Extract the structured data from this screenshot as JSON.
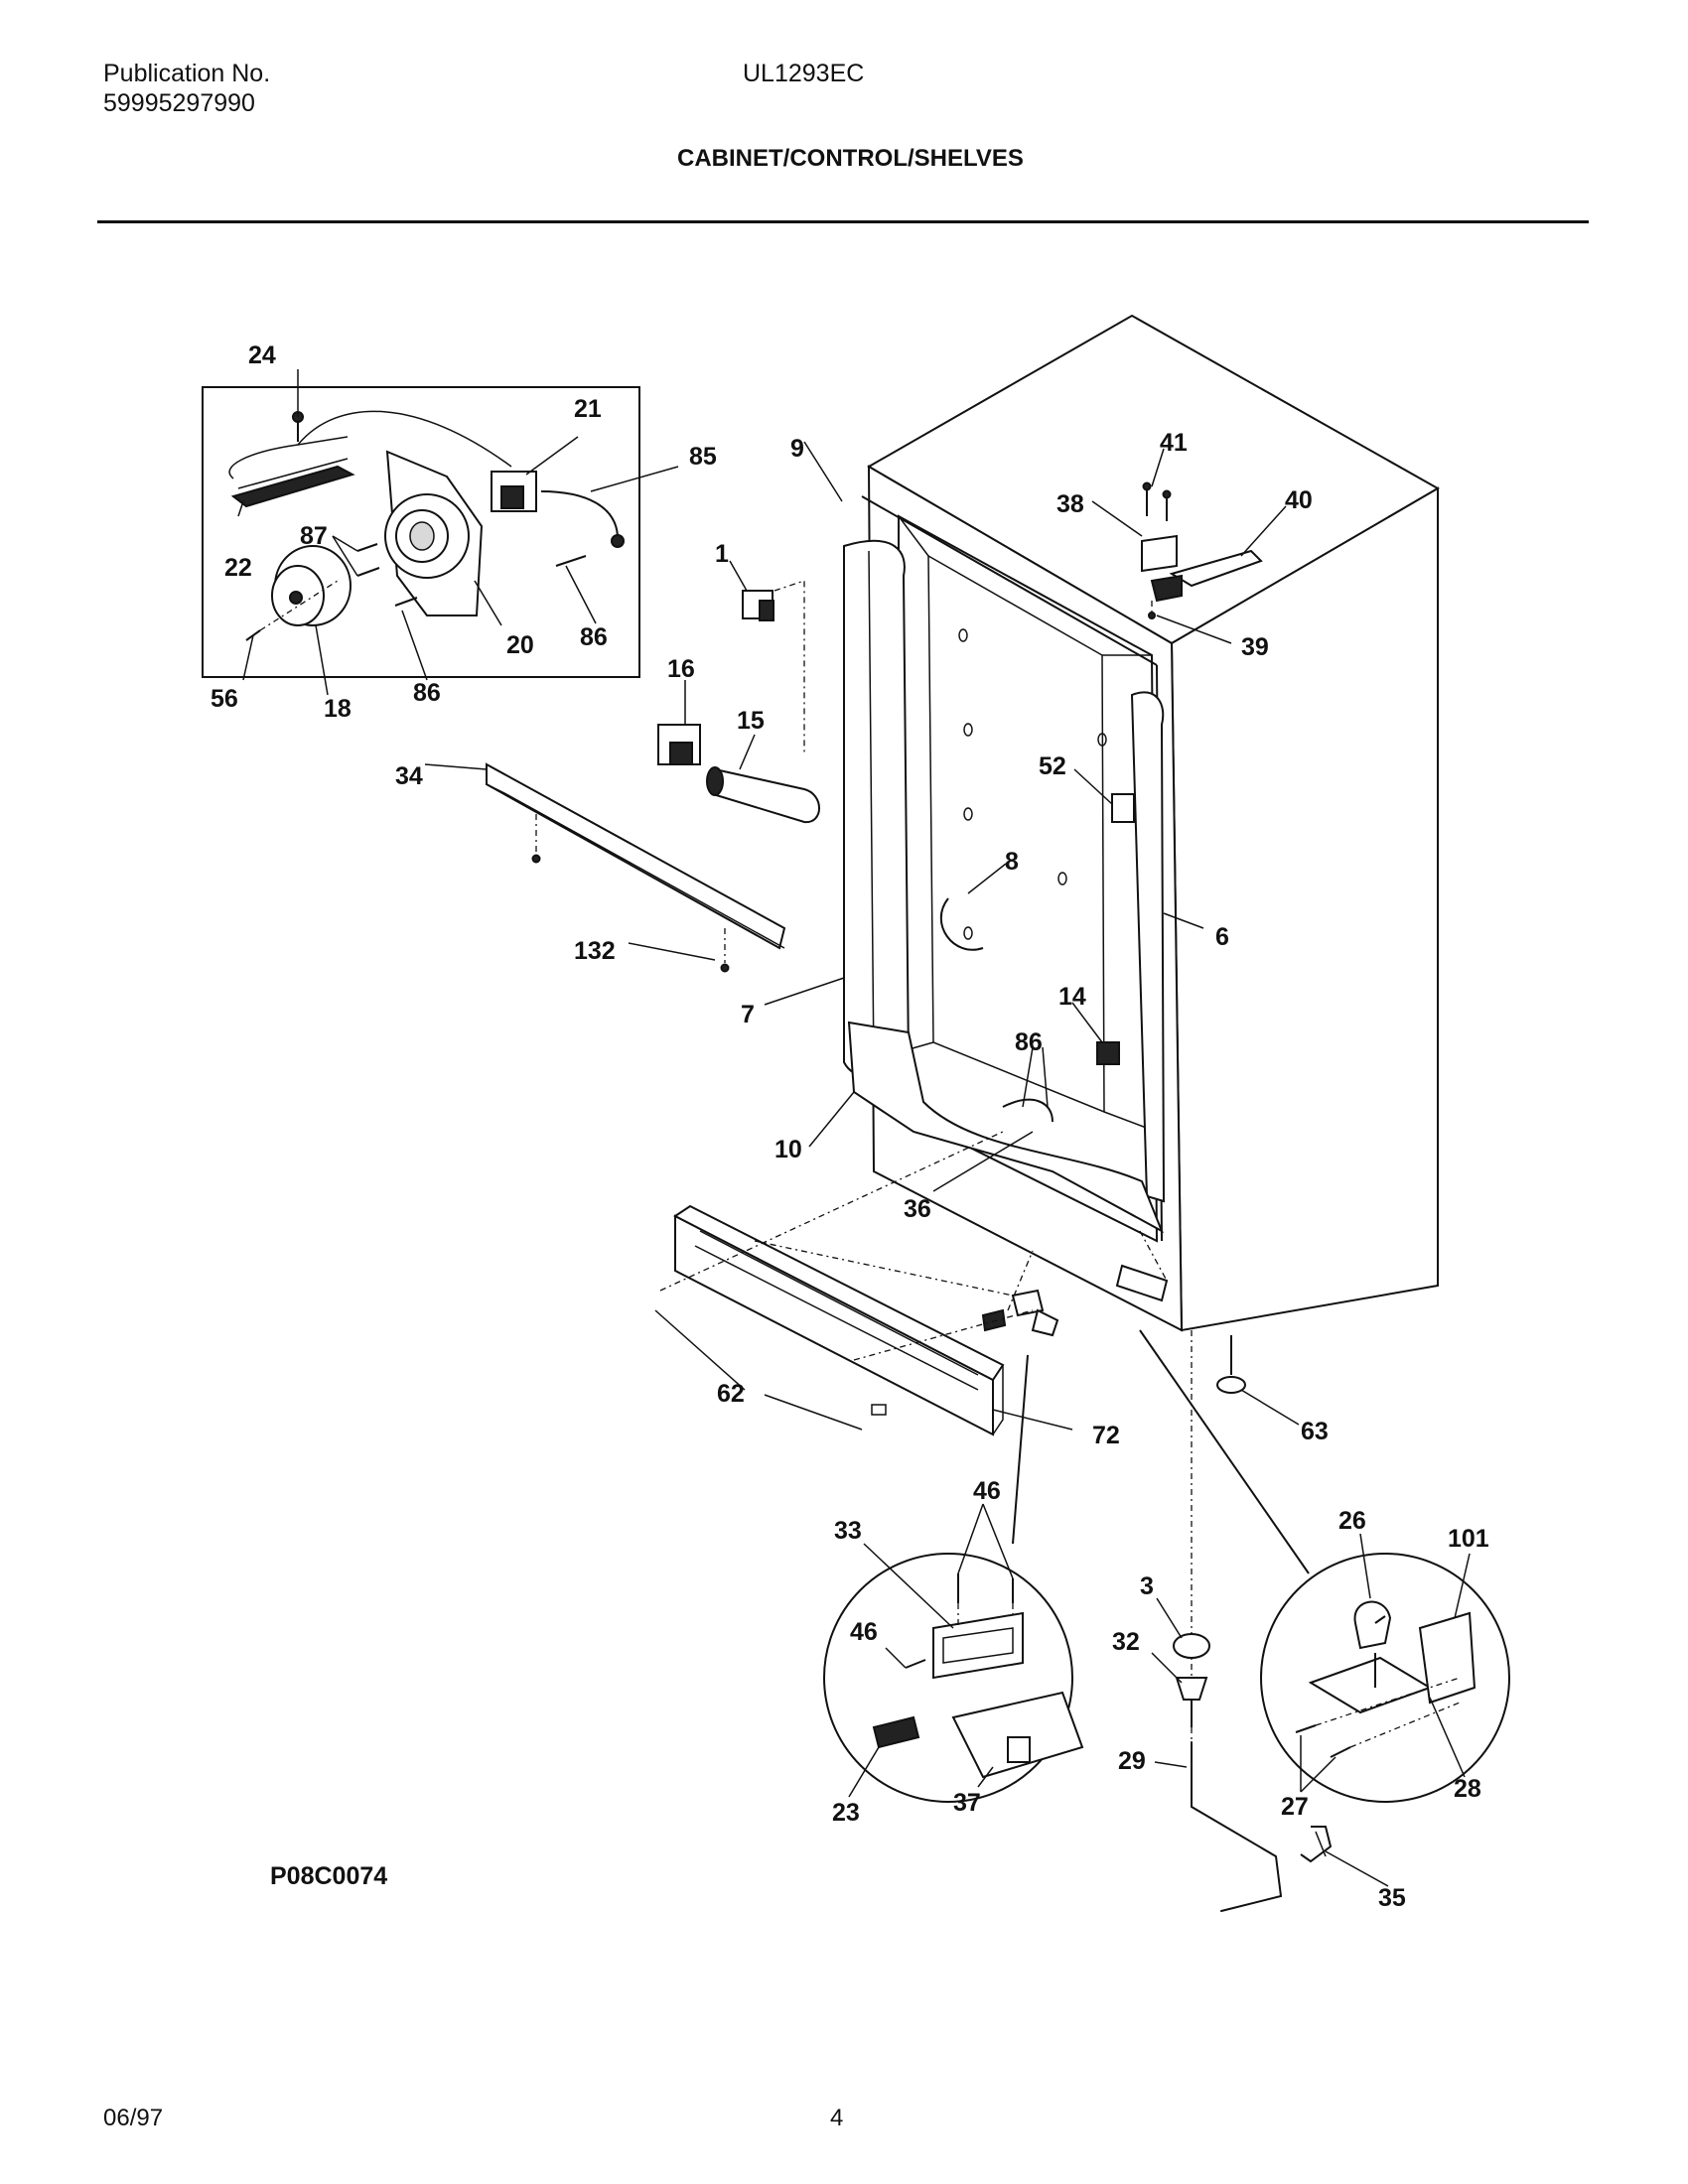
{
  "header": {
    "publication_label": "Publication No.",
    "publication_number": "59995297990",
    "model": "UL1293EC",
    "section_title": "CABINET/CONTROL/SHELVES"
  },
  "diagram": {
    "figure_code": "P08C0074",
    "callouts": [
      {
        "id": "c-24",
        "text": "24"
      },
      {
        "id": "c-21",
        "text": "21"
      },
      {
        "id": "c-85",
        "text": "85"
      },
      {
        "id": "c-22",
        "text": "22"
      },
      {
        "id": "c-87",
        "text": "87"
      },
      {
        "id": "c-20",
        "text": "20"
      },
      {
        "id": "c-86a",
        "text": "86"
      },
      {
        "id": "c-86b",
        "text": "86"
      },
      {
        "id": "c-56",
        "text": "56"
      },
      {
        "id": "c-18",
        "text": "18"
      },
      {
        "id": "c-86c",
        "text": "86"
      },
      {
        "id": "c-9",
        "text": "9"
      },
      {
        "id": "c-1",
        "text": "1"
      },
      {
        "id": "c-16",
        "text": "16"
      },
      {
        "id": "c-15",
        "text": "15"
      },
      {
        "id": "c-34",
        "text": "34"
      },
      {
        "id": "c-132",
        "text": "132"
      },
      {
        "id": "c-7",
        "text": "7"
      },
      {
        "id": "c-41",
        "text": "41"
      },
      {
        "id": "c-38",
        "text": "38"
      },
      {
        "id": "c-40",
        "text": "40"
      },
      {
        "id": "c-39",
        "text": "39"
      },
      {
        "id": "c-52",
        "text": "52"
      },
      {
        "id": "c-8",
        "text": "8"
      },
      {
        "id": "c-6",
        "text": "6"
      },
      {
        "id": "c-14",
        "text": "14"
      },
      {
        "id": "c-86d",
        "text": "86"
      },
      {
        "id": "c-10",
        "text": "10"
      },
      {
        "id": "c-36",
        "text": "36"
      },
      {
        "id": "c-62",
        "text": "62"
      },
      {
        "id": "c-72",
        "text": "72"
      },
      {
        "id": "c-63",
        "text": "63"
      },
      {
        "id": "c-46a",
        "text": "46"
      },
      {
        "id": "c-33",
        "text": "33"
      },
      {
        "id": "c-46b",
        "text": "46"
      },
      {
        "id": "c-23",
        "text": "23"
      },
      {
        "id": "c-37",
        "text": "37"
      },
      {
        "id": "c-3",
        "text": "3"
      },
      {
        "id": "c-32",
        "text": "32"
      },
      {
        "id": "c-29",
        "text": "29"
      },
      {
        "id": "c-26",
        "text": "26"
      },
      {
        "id": "c-101",
        "text": "101"
      },
      {
        "id": "c-27",
        "text": "27"
      },
      {
        "id": "c-28",
        "text": "28"
      },
      {
        "id": "c-35",
        "text": "35"
      }
    ]
  },
  "footer": {
    "date": "06/97",
    "page_number": "4"
  }
}
